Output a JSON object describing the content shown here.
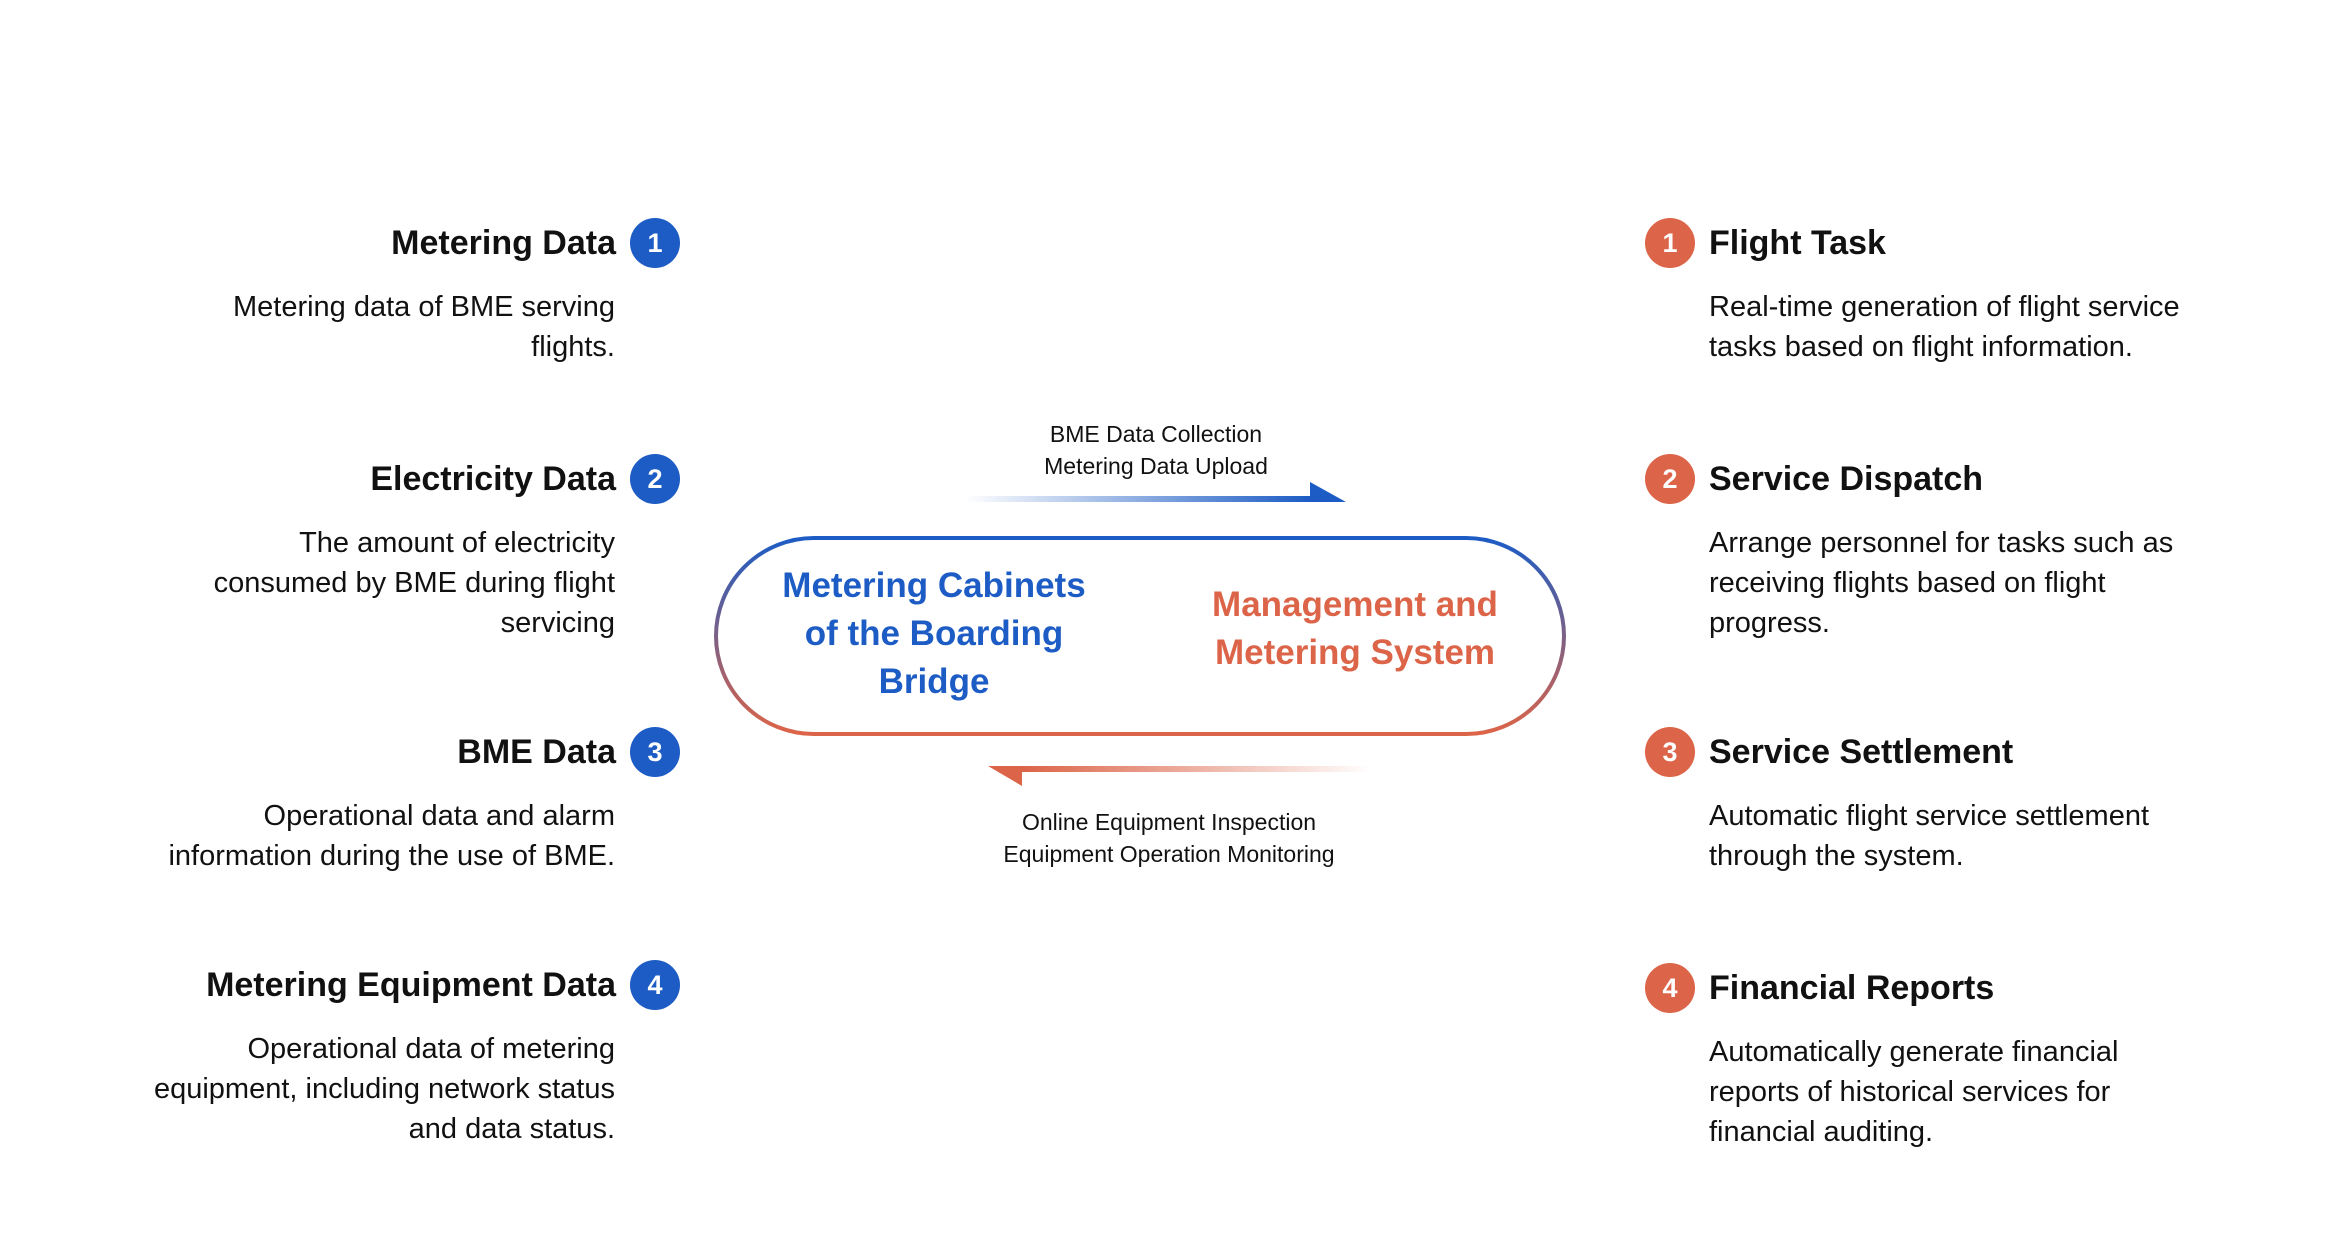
{
  "colors": {
    "blue": "#1c5cc4",
    "orange": "#dc6448",
    "text": "#111111"
  },
  "left_items": [
    {
      "number": "1",
      "title": "Metering Data",
      "lines": [
        "Metering data of BME serving",
        "flights."
      ]
    },
    {
      "number": "2",
      "title": "Electricity Data",
      "lines": [
        "The amount of electricity",
        "consumed by BME during flight",
        "servicing"
      ]
    },
    {
      "number": "3",
      "title": "BME Data",
      "lines": [
        "Operational data and alarm",
        "information during the use of BME."
      ]
    },
    {
      "number": "4",
      "title": "Metering Equipment Data",
      "lines": [
        "Operational data of metering",
        "equipment, including network status",
        "and data status."
      ]
    }
  ],
  "right_items": [
    {
      "number": "1",
      "title": "Flight Task",
      "lines": [
        "Real-time generation of flight service",
        "tasks based on flight information."
      ]
    },
    {
      "number": "2",
      "title": "Service Dispatch",
      "lines": [
        "Arrange personnel for tasks such as",
        "receiving flights based on flight",
        "progress."
      ]
    },
    {
      "number": "3",
      "title": "Service Settlement",
      "lines": [
        "Automatic flight service settlement",
        "through the system."
      ]
    },
    {
      "number": "4",
      "title": "Financial Reports",
      "lines": [
        "Automatically generate financial",
        "reports of historical services for",
        "financial auditing."
      ]
    }
  ],
  "center": {
    "left_node": [
      "Metering Cabinets",
      "of the Boarding",
      "Bridge"
    ],
    "right_node": [
      "Management and",
      "Metering System"
    ],
    "top_flow": [
      "BME Data Collection",
      "Metering Data Upload"
    ],
    "bottom_flow": [
      "Online Equipment Inspection",
      "Equipment Operation Monitoring"
    ]
  }
}
